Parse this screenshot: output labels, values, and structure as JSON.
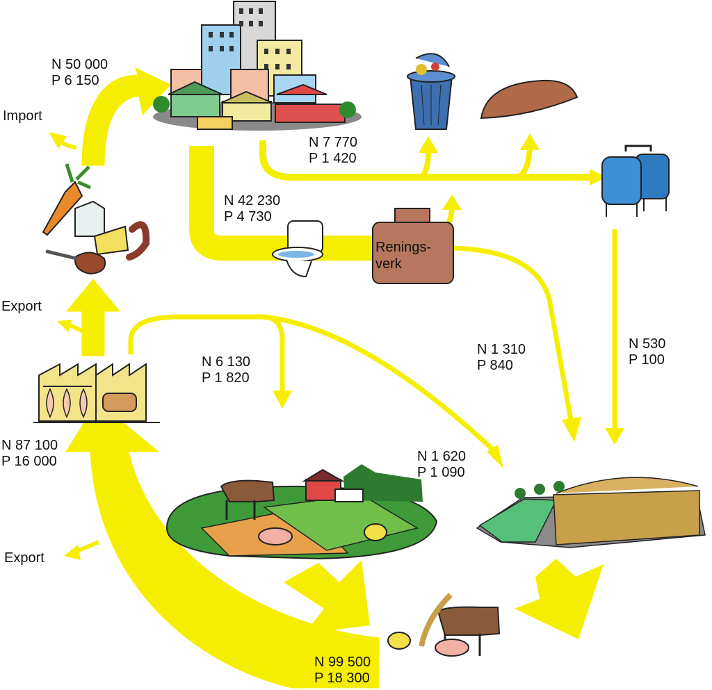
{
  "colors": {
    "arrow": "#f5ee00",
    "plant": "#b7775e",
    "silo": "#2e7bc2",
    "field": "#3f9a3a",
    "grain": "#c9a04a"
  },
  "icons": [
    "city-icon",
    "trash-bin-icon",
    "bread-loaf-icon",
    "silo-icon",
    "toilet-icon",
    "food-icon",
    "factory-icon",
    "farm-icon",
    "crop-field-icon",
    "livestock-icon"
  ],
  "treatment_plant": {
    "line1": "Renings-",
    "line2": "verk"
  },
  "words": {
    "import": "Import",
    "export_top": "Export",
    "export_bottom": "Export"
  },
  "flows": [
    {
      "id": "import",
      "n": "N 50 000",
      "p": "P 6 150"
    },
    {
      "id": "waste",
      "n": "N 7 770",
      "p": "P 1 420"
    },
    {
      "id": "sewage",
      "n": "N 42 230",
      "p": "P 4 730"
    },
    {
      "id": "sludge-fields",
      "n": "N 1 310",
      "p": "P 840"
    },
    {
      "id": "silo-fields",
      "n": "N 530",
      "p": "P 100"
    },
    {
      "id": "industry-farm",
      "n": "N 6 130",
      "p": "P 1 820"
    },
    {
      "id": "industry-fields",
      "n": "N 1 620",
      "p": "P 1 090"
    },
    {
      "id": "industry",
      "n": "N 87 100",
      "p": "P 16 000"
    },
    {
      "id": "livestock",
      "n": "N 99 500",
      "p": "P 18 300"
    }
  ]
}
